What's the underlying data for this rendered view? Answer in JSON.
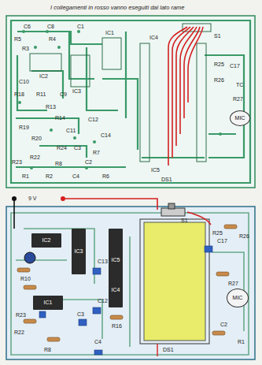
{
  "diagram": {
    "nodes": [
      {
        "text": [
          "MIC"
        ]
      },
      {
        "text": [
          "IC2"
        ]
      },
      {
        "text": [
          "IC3"
        ]
      },
      {
        "text": [
          "IC5"
        ]
      },
      {
        "text": [
          "IC1"
        ]
      },
      {
        "text": [
          "IC4"
        ]
      },
      {
        "text": [
          "MIC"
        ]
      }
    ],
    "labels": [
      "I collegamenti in rosso vanno eseguiti dal lato rame",
      "C6",
      "C8",
      "R5",
      "R4",
      "C1",
      "R3",
      "IC2",
      "C10",
      "R18",
      "IC3",
      "R11",
      "C9",
      "R13",
      "R14",
      "C12",
      "IC1",
      "R19",
      "R20",
      "C11",
      "C14",
      "R22",
      "R23",
      "R24",
      "C3",
      "C2",
      "C4",
      "R1",
      "R2",
      "R6",
      "R7",
      "R8",
      "S1",
      "IC4",
      "IC5",
      "R25",
      "R26",
      "C17",
      "R27",
      "TC",
      "DS1",
      "9 V",
      "S1",
      "R25",
      "R26",
      "C17",
      "R27",
      "R1",
      "C2",
      "C4",
      "R16",
      "R23",
      "R8",
      "C3",
      "R10",
      "C13",
      "C12",
      "R22",
      "DS1"
    ]
  }
}
